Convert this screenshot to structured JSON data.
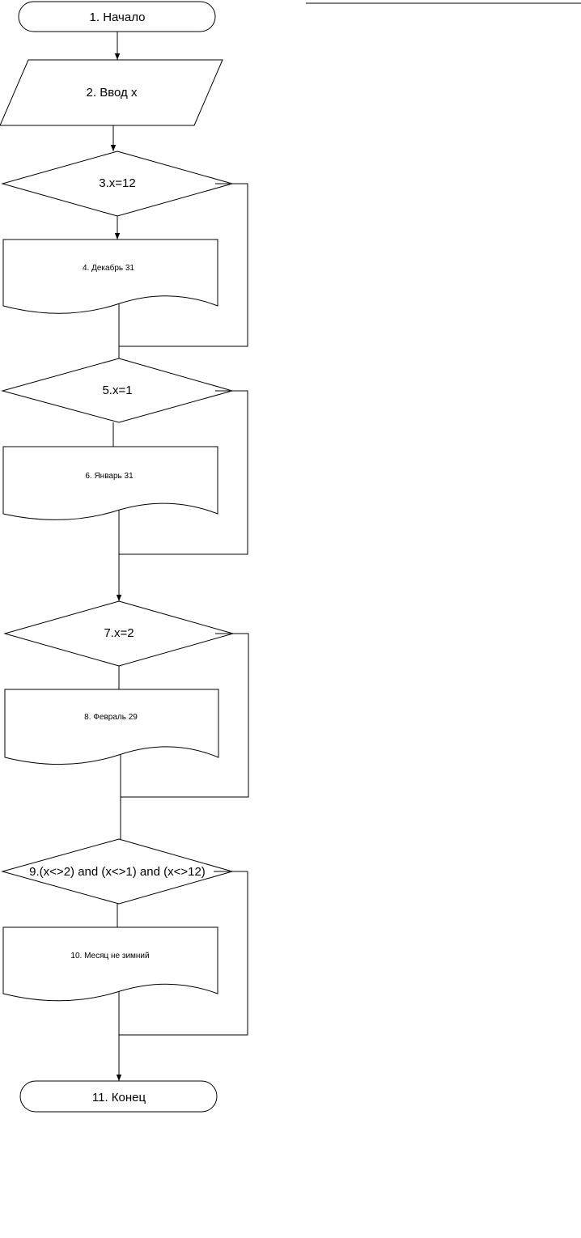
{
  "flowchart": {
    "start": "1. Начало",
    "input": "2. Ввод x",
    "cond_dec": "3.x=12",
    "out_dec": "4. Декабрь 31",
    "cond_jan": "5.x=1",
    "out_jan": "6. Январь 31",
    "cond_feb": "7.x=2",
    "out_feb": "8. Февраль 29",
    "cond_other": "9.(x<>2) and (x<>1) and (x<>12)",
    "out_other": "10. Месяц не зимний",
    "end": "11. Конец"
  }
}
